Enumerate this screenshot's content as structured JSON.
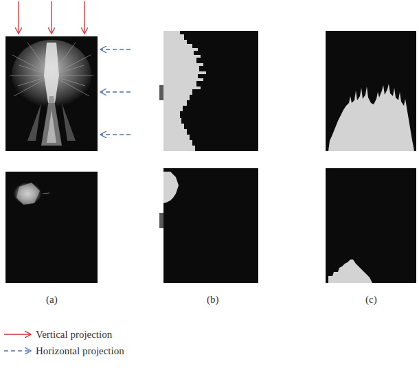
{
  "diagram": {
    "labels": [
      "(a)",
      "(b)",
      "(c)"
    ],
    "legend": [
      {
        "text": "Vertical projection"
      },
      {
        "text": "Horizontal projection"
      }
    ]
  }
}
